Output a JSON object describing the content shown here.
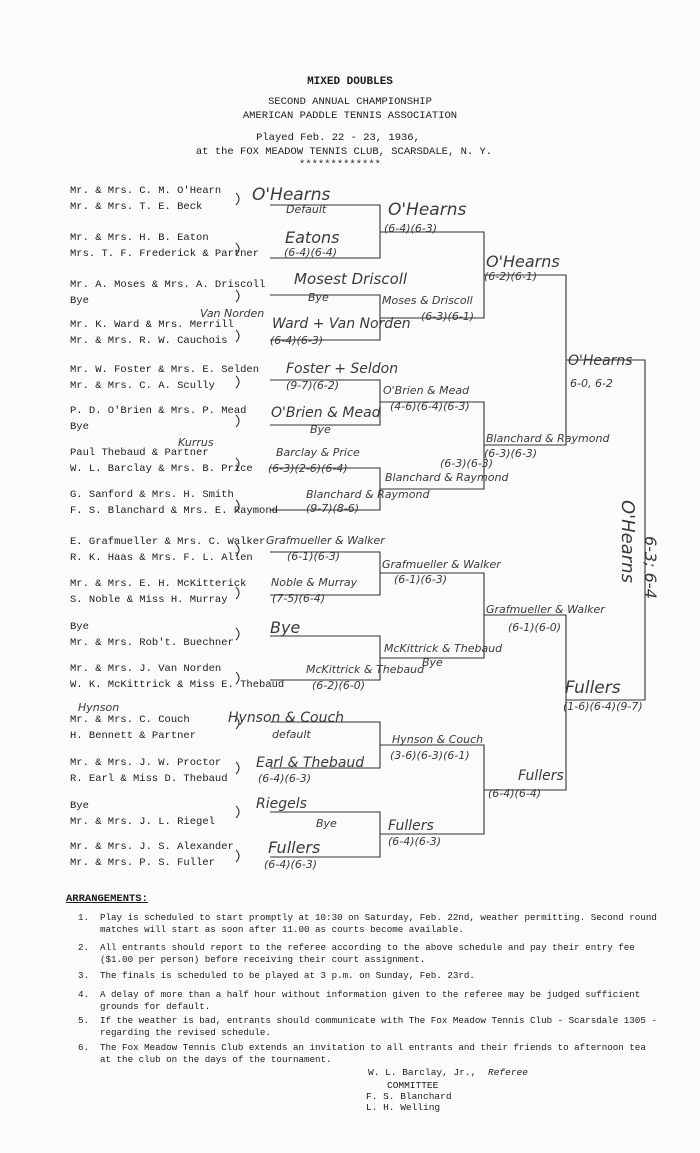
{
  "header": {
    "title": "MIXED DOUBLES",
    "line1": "SECOND ANNUAL CHAMPIONSHIP",
    "line2": "AMERICAN PADDLE TENNIS ASSOCIATION",
    "line3": "Played Feb. 22 - 23, 1936,",
    "line4": "at the FOX MEADOW TENNIS CLUB, SCARSDALE, N. Y.",
    "stars": "*************"
  },
  "entries": [
    "Mr. & Mrs. C. M. O'Hearn",
    "Mr. & Mrs. T. E. Beck",
    "Mr. & Mrs. H. B. Eaton",
    "Mrs. T. F. Frederick & Partner",
    "Mr. A. Moses & Mrs. A. Driscoll",
    "Bye",
    "Mr. K. Ward & Mrs. Merrill",
    "Mr. & Mrs. R. W. Cauchois",
    "Mr. W. Foster & Mrs. E. Selden",
    "Mr. & Mrs. C. A. Scully",
    "P. D. O'Brien & Mrs. P. Mead",
    "Bye",
    "Paul Thebaud & Partner",
    "W. L. Barclay & Mrs. B. Price",
    "G. Sanford & Mrs. H. Smith",
    "F. S. Blanchard & Mrs. E. Raymond",
    "E. Grafmueller & Mrs. C. Walker",
    "R. K. Haas & Mrs. F. L. Allen",
    "Mr. & Mrs. E. H. McKitterick",
    "S. Noble & Miss H. Murray",
    "Bye",
    "Mr. & Mrs. Rob't. Buechner",
    "Mr. & Mrs. J. Van Norden",
    "W. K. McKittrick & Miss E. Thebaud",
    "Mr. & Mrs. C. Couch",
    "H. Bennett & Partner",
    "Mr. & Mrs. J. W. Proctor",
    "R. Earl & Miss D. Thebaud",
    "Bye",
    "Mr. & Mrs. J. L. Riegel",
    "Mr. & Mrs. J. S. Alexander",
    "Mr. & Mrs. P. S. Fuller"
  ],
  "handwritten": {
    "r1": [
      "O'Hearns",
      "Default",
      "Eatons",
      "(6-4)(6-4)",
      "Mosest Driscoll",
      "Bye",
      "Ward + Van Norden",
      "(6-4)(6-3)",
      "Foster + Seldon",
      "(9-7)(6-2)",
      "O'Brien & Mead",
      "Bye",
      "Barclay & Price",
      "(6-3)(2-6)(6-4)",
      "Blanchard & Raymond",
      "(9-7)(8-6)",
      "Grafmueller & Walker",
      "(6-1)(6-3)",
      "Noble & Murray",
      "(7-5)(6-4)",
      "Bye",
      "McKittrick & Thebaud",
      "(6-2)(6-0)",
      "Hynson & Couch",
      "default",
      "Earl & Thebaud",
      "(6-4)(6-3)",
      "Riegels",
      "Bye",
      "Fullers",
      "(6-4)(6-3)"
    ],
    "r2": [
      "O'Hearns",
      "(6-4)(6-3)",
      "Moses & Driscoll",
      "(6-3)(6-1)",
      "O'Brien & Mead",
      "(4-6)(6-4)(6-3)",
      "Blanchard & Raymond",
      "(6-3)(6-3)",
      "Grafmueller & Walker",
      "(6-1)(6-3)",
      "McKittrick & Thebaud",
      "Bye",
      "Hynson & Couch",
      "(3-6)(6-3)(6-1)",
      "Fullers",
      "(6-4)(6-3)"
    ],
    "r3": [
      "O'Hearns",
      "(6-2)(6-1)",
      "Blanchard & Raymond",
      "(6-3)(6-3)",
      "Grafmueller & Walker",
      "(6-1)(6-0)",
      "Fullers",
      "(6-4)(6-4)"
    ],
    "semi": [
      "O'Hearns",
      "6-0, 6-2",
      "Fullers",
      "(1-6)(6-4)(9-7)"
    ],
    "final": [
      "O'Hearns",
      "6-3; 6-4"
    ],
    "notes": [
      "Van Norden",
      "Kurrus",
      "Hynson"
    ]
  },
  "arrangements": {
    "heading": "ARRANGEMENTS:",
    "items": [
      {
        "num": "1.",
        "text": "Play is scheduled to start promptly at 10:30 on Saturday, Feb. 22nd, weather permitting. Second round matches will start as soon after 11.00 as courts become available."
      },
      {
        "num": "2.",
        "text": "All entrants should report to the referee according to the above schedule and pay their entry fee ($1.00 per person) before receiving their court assignment."
      },
      {
        "num": "3.",
        "text": "The finals is scheduled to be played at 3 p.m. on Sunday, Feb. 23rd."
      },
      {
        "num": "4.",
        "text": "A delay of more than a half hour without information given to the referee may be judged sufficient grounds for default."
      },
      {
        "num": "5.",
        "text": "If the weather is bad, entrants should communicate with The Fox Meadow Tennis Club - Scarsdale 1305 - regarding the revised schedule."
      },
      {
        "num": "6.",
        "text": "The Fox Meadow Tennis Club extends an invitation to all entrants and their friends to afternoon tea at the club on the days of the tournament."
      }
    ]
  },
  "signatures": {
    "referee_name": "W. L. Barclay, Jr.,",
    "referee_label": "Referee",
    "committee_label": "COMMITTEE",
    "committee": [
      "F. S. Blanchard",
      "L. H. Welling"
    ]
  }
}
